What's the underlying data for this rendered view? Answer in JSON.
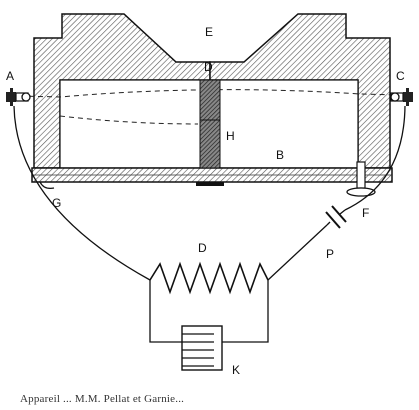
{
  "labels": {
    "E": "E",
    "A": "A",
    "C": "C",
    "D_top": "D",
    "H": "H",
    "B": "B",
    "G": "G",
    "F": "F",
    "D_coil": "D",
    "P": "P",
    "K": "K"
  },
  "caption": "Appareil ... M.M. Pellat et Garnie..."
}
